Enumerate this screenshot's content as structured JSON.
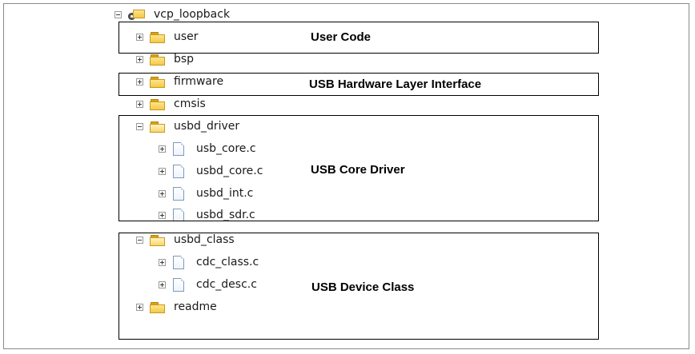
{
  "tree": {
    "root": {
      "label": "vcp_loopback",
      "icon": "project-folder-icon",
      "expanded": true
    },
    "nodes": [
      {
        "label": "user",
        "type": "folder",
        "expanded": false
      },
      {
        "label": "bsp",
        "type": "folder",
        "expanded": false
      },
      {
        "label": "firmware",
        "type": "folder",
        "expanded": false
      },
      {
        "label": "cmsis",
        "type": "folder",
        "expanded": false
      },
      {
        "label": "usbd_driver",
        "type": "folder",
        "expanded": true,
        "children": [
          {
            "label": "usb_core.c",
            "type": "file"
          },
          {
            "label": "usbd_core.c",
            "type": "file"
          },
          {
            "label": "usbd_int.c",
            "type": "file"
          },
          {
            "label": "usbd_sdr.c",
            "type": "file"
          }
        ]
      },
      {
        "label": "usbd_class",
        "type": "folder",
        "expanded": true,
        "children": [
          {
            "label": "cdc_class.c",
            "type": "file"
          },
          {
            "label": "cdc_desc.c",
            "type": "file"
          }
        ]
      },
      {
        "label": "readme",
        "type": "folder",
        "expanded": false
      }
    ]
  },
  "annotations": [
    {
      "text": "User Code"
    },
    {
      "text": "USB Hardware Layer Interface"
    },
    {
      "text": "USB Core Driver"
    },
    {
      "text": "USB Device Class"
    }
  ]
}
